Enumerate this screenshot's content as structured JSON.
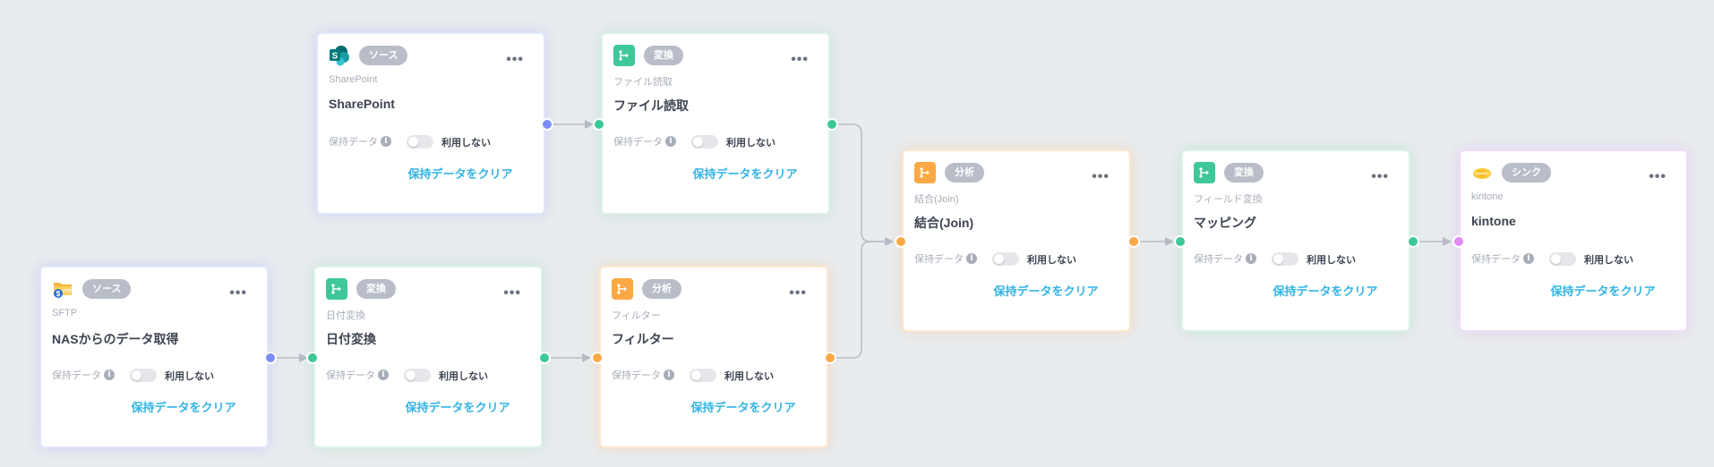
{
  "colors": {
    "source_port": "#7c8cf8",
    "transform_port": "#3fc897",
    "analysis_port": "#fca845",
    "sink_port": "#e08bf5",
    "edge": "#b6bcc6",
    "clear_link": "#33b4e5",
    "badge": "#b8bdc8"
  },
  "nodes": [
    {
      "id": "sharepoint",
      "badge": "ソース",
      "icon": "sharepoint-icon",
      "subtitle": "SharePoint",
      "title": "SharePoint",
      "retain_label": "保持データ",
      "toggle_label": "利用しない",
      "clear_label": "保持データをクリア"
    },
    {
      "id": "file-read",
      "badge": "変換",
      "icon": "transform-icon",
      "subtitle": "ファイル読取",
      "title": "ファイル読取",
      "retain_label": "保持データ",
      "toggle_label": "利用しない",
      "clear_label": "保持データをクリア"
    },
    {
      "id": "sftp",
      "badge": "ソース",
      "icon": "sftp-icon",
      "subtitle": "SFTP",
      "title": "NASからのデータ取得",
      "retain_label": "保持データ",
      "toggle_label": "利用しない",
      "clear_label": "保持データをクリア"
    },
    {
      "id": "date-convert",
      "badge": "変換",
      "icon": "transform-icon",
      "subtitle": "日付変換",
      "title": "日付変換",
      "retain_label": "保持データ",
      "toggle_label": "利用しない",
      "clear_label": "保持データをクリア"
    },
    {
      "id": "filter",
      "badge": "分析",
      "icon": "analysis-icon",
      "subtitle": "フィルター",
      "title": "フィルター",
      "retain_label": "保持データ",
      "toggle_label": "利用しない",
      "clear_label": "保持データをクリア"
    },
    {
      "id": "join",
      "badge": "分析",
      "icon": "analysis-icon",
      "subtitle": "結合(Join)",
      "title": "結合(Join)",
      "retain_label": "保持データ",
      "toggle_label": "利用しない",
      "clear_label": "保持データをクリア"
    },
    {
      "id": "mapping",
      "badge": "変換",
      "icon": "transform-icon",
      "subtitle": "フィールド変換",
      "title": "マッピング",
      "retain_label": "保持データ",
      "toggle_label": "利用しない",
      "clear_label": "保持データをクリア"
    },
    {
      "id": "kintone",
      "badge": "シンク",
      "icon": "kintone-icon",
      "subtitle": "kintone",
      "title": "kintone",
      "retain_label": "保持データ",
      "toggle_label": "利用しない",
      "clear_label": "保持データをクリア"
    }
  ],
  "edges": [
    {
      "from": "sharepoint",
      "to": "file-read"
    },
    {
      "from": "file-read",
      "to": "join"
    },
    {
      "from": "sftp",
      "to": "date-convert"
    },
    {
      "from": "date-convert",
      "to": "filter"
    },
    {
      "from": "filter",
      "to": "join"
    },
    {
      "from": "join",
      "to": "mapping"
    },
    {
      "from": "mapping",
      "to": "kintone"
    }
  ]
}
